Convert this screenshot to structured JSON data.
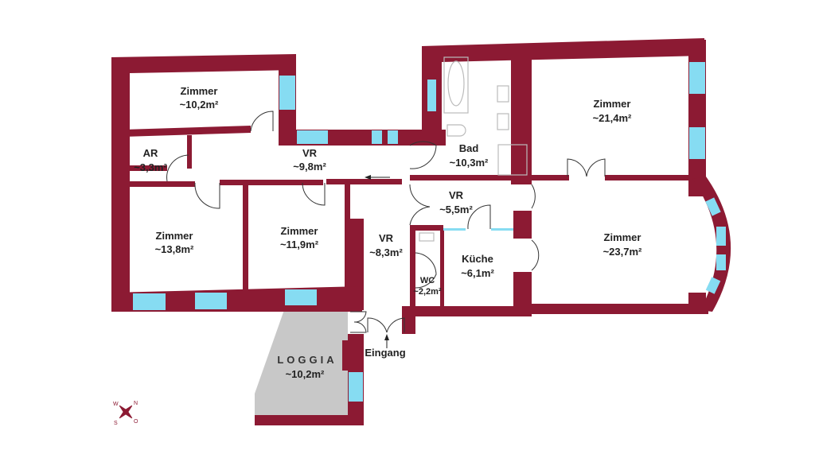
{
  "colors": {
    "wall": "#8c1a33",
    "window": "#86dcf2",
    "loggia": "#c8c8c8"
  },
  "rooms": [
    {
      "name": "Zimmer",
      "area": "~10,2m²"
    },
    {
      "name": "AR",
      "area": "~3,3m²"
    },
    {
      "name": "VR",
      "area": "~9,8m²"
    },
    {
      "name": "Zimmer",
      "area": "~13,8m²"
    },
    {
      "name": "Zimmer",
      "area": "~11,9m²"
    },
    {
      "name": "VR",
      "area": "~8,3m²"
    },
    {
      "name": "Bad",
      "area": "~10,3m²"
    },
    {
      "name": "VR",
      "area": "~5,5m²"
    },
    {
      "name": "WC",
      "area": "~2,2m²"
    },
    {
      "name": "Küche",
      "area": "~6,1m²"
    },
    {
      "name": "Zimmer",
      "area": "~21,4m²"
    },
    {
      "name": "Zimmer",
      "area": "~23,7m²"
    },
    {
      "name": "LOGGIA",
      "area": "~10,2m²"
    }
  ],
  "entrance": "Eingang",
  "compass": {
    "n": "N",
    "o": "O",
    "s": "S",
    "w": "W"
  }
}
